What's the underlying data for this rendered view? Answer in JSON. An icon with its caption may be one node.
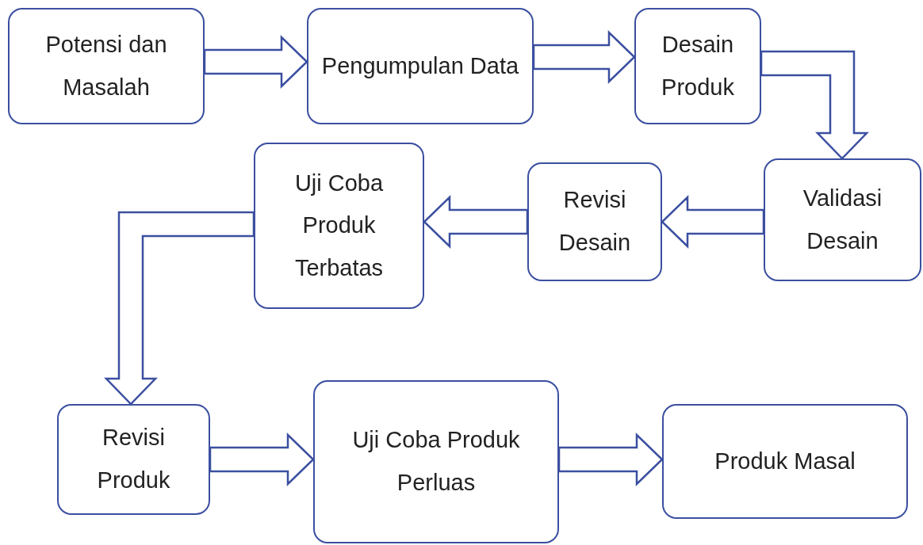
{
  "diagram": {
    "nodes": [
      {
        "text": [
          "Potensi dan Masalah"
        ]
      },
      {
        "text": [
          "Pengumpulan Data"
        ]
      },
      {
        "text": [
          "Desain Produk"
        ]
      },
      {
        "text": [
          "Validasi Desain"
        ]
      },
      {
        "text": [
          "Revisi Desain"
        ]
      },
      {
        "text": [
          "Uji Coba Produk Terbatas"
        ]
      },
      {
        "text": [
          "Revisi Produk"
        ]
      },
      {
        "text": [
          "Uji Coba Produk Perluas"
        ]
      },
      {
        "text": [
          "Produk Masal"
        ]
      }
    ],
    "edges": [
      {
        "from": 0,
        "to": 1,
        "arrow": "to"
      },
      {
        "from": 1,
        "to": 2,
        "arrow": "to"
      },
      {
        "from": 2,
        "to": 3,
        "arrow": "to"
      },
      {
        "from": 3,
        "to": 4,
        "arrow": "to"
      },
      {
        "from": 4,
        "to": 5,
        "arrow": "to"
      },
      {
        "from": 5,
        "to": 6,
        "arrow": "to"
      },
      {
        "from": 6,
        "to": 7,
        "arrow": "to"
      },
      {
        "from": 7,
        "to": 8,
        "arrow": "to"
      }
    ]
  }
}
